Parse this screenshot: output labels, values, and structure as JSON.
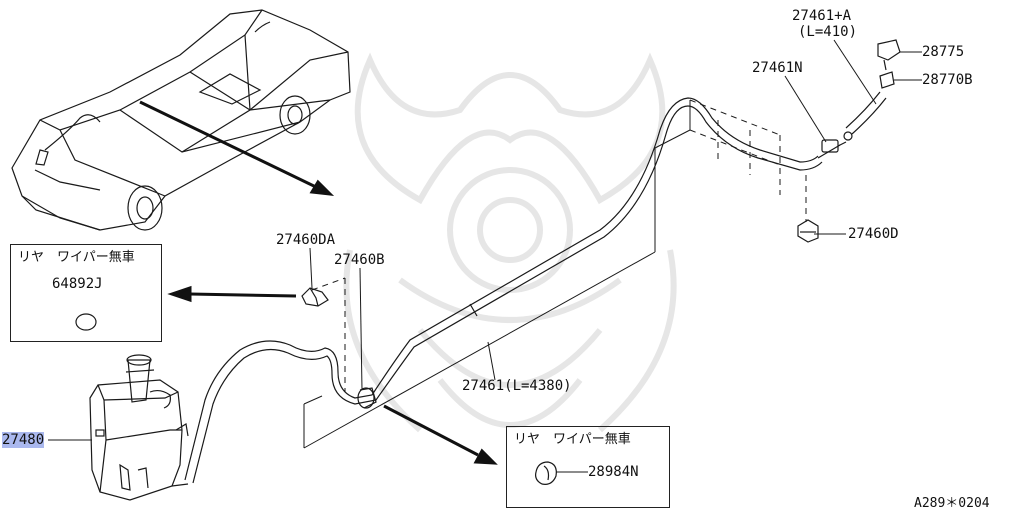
{
  "diagram": {
    "colors": {
      "line": "#1a1a1a",
      "highlight": "#aab8ee",
      "watermark": "#e6e6e6"
    },
    "parts": {
      "tank": "27480",
      "hose_main": "27461(L=4380)",
      "hose_rear": "27461N",
      "hose_short": "27461+A",
      "hose_short_len": "(L=410)",
      "clip_da": "27460DA",
      "clip_b": "27460B",
      "clip_d": "27460D",
      "nozzle": "28775",
      "nozzle_cap": "28770B",
      "plug": "28984N",
      "grommet": "64892J"
    },
    "notes": {
      "box_left_title": "リヤ　ワイパー無車",
      "box_right_title": "リヤ　ワイパー無車"
    },
    "footer_code": "A289＊0204",
    "icons": {
      "watermark": "samurai-helmet-watermark-icon",
      "car": "sedan-car-icon"
    }
  }
}
